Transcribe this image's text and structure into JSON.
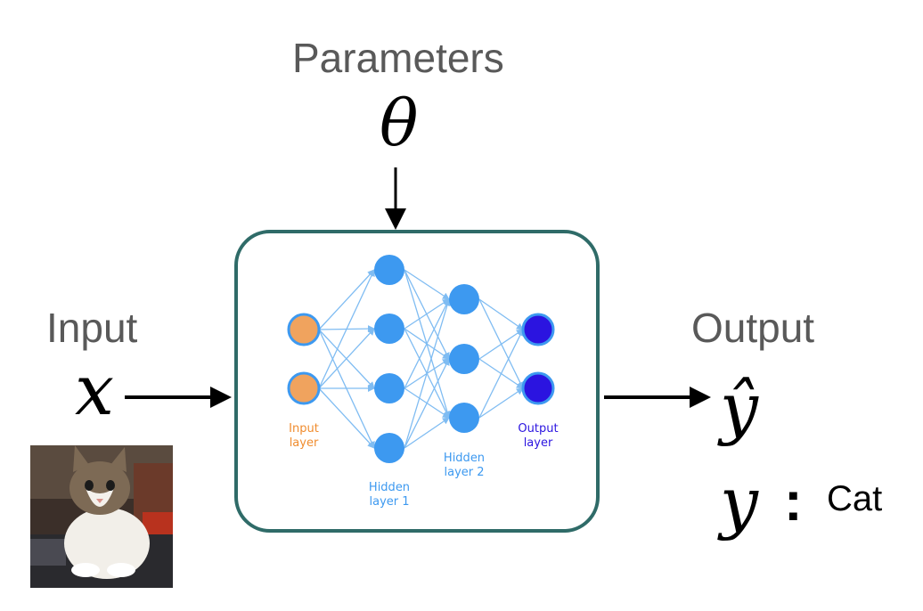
{
  "labels": {
    "parameters": "Parameters",
    "theta": "θ",
    "input": "Input",
    "x": "x",
    "output": "Output",
    "y_hat": "ŷ",
    "y": "y",
    "colon": ":",
    "cat": "Cat"
  },
  "network": {
    "layers": [
      {
        "label_line1": "Input",
        "label_line2": "layer",
        "nodes": 2,
        "color": "#f0a35e",
        "label_color": "#f08c2e"
      },
      {
        "label_line1": "Hidden",
        "label_line2": "layer 1",
        "nodes": 4,
        "color": "#3d99f0",
        "label_color": "#3d99f0"
      },
      {
        "label_line1": "Hidden",
        "label_line2": "layer 2",
        "nodes": 3,
        "color": "#3d99f0",
        "label_color": "#3d99f0"
      },
      {
        "label_line1": "Output",
        "label_line2": "layer",
        "nodes": 2,
        "color": "#2b14e0",
        "label_color": "#2b14e0"
      }
    ],
    "edge_color": "#7fbcf2",
    "box_border_color": "#2f6b68"
  },
  "colors": {
    "arrow": "#000000",
    "gray_text": "#595959"
  }
}
